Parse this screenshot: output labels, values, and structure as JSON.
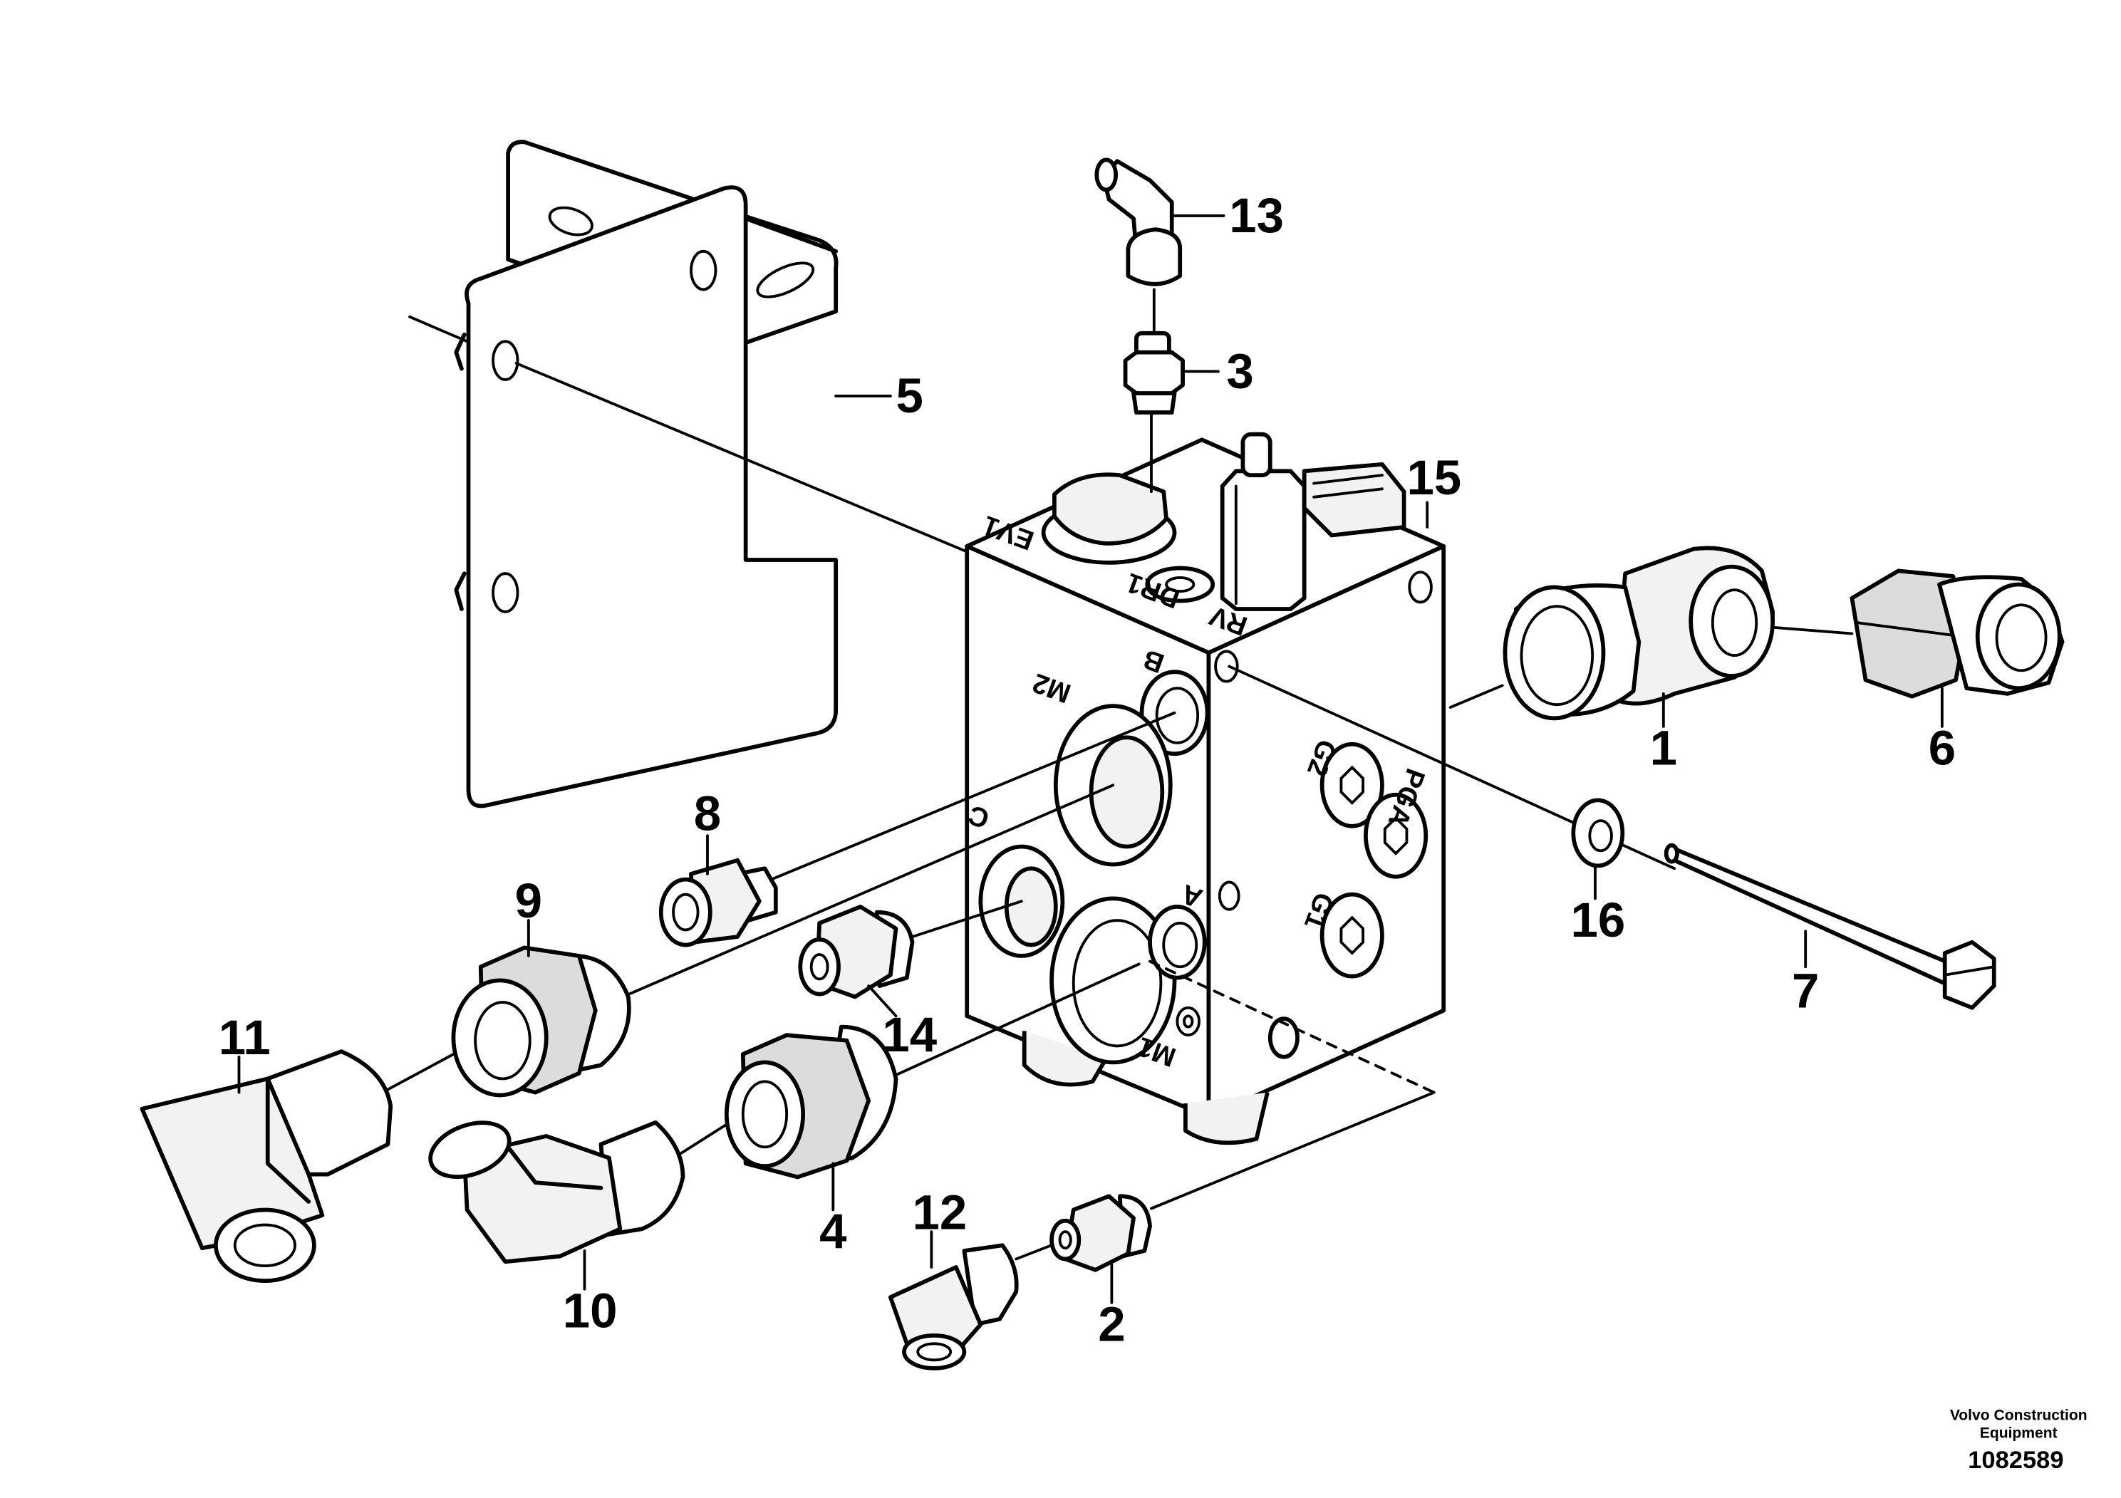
{
  "parts": [
    {
      "id": "1"
    },
    {
      "id": "2"
    },
    {
      "id": "3"
    },
    {
      "id": "4"
    },
    {
      "id": "5"
    },
    {
      "id": "6"
    },
    {
      "id": "7"
    },
    {
      "id": "8"
    },
    {
      "id": "9"
    },
    {
      "id": "10"
    },
    {
      "id": "11"
    },
    {
      "id": "12"
    },
    {
      "id": "13"
    },
    {
      "id": "14"
    },
    {
      "id": "15"
    },
    {
      "id": "16"
    }
  ],
  "ports": {
    "ev1": "EV1",
    "dr1": "DR1",
    "rv": "RV",
    "m2": "M2",
    "b": "B",
    "c": "C",
    "a": "A",
    "m1": "M1",
    "g2": "G2",
    "pga": "PGA",
    "g1": "G1"
  },
  "credit": {
    "line1": "Volvo Construction",
    "line2": "Equipment",
    "figure_number": "1082589"
  }
}
